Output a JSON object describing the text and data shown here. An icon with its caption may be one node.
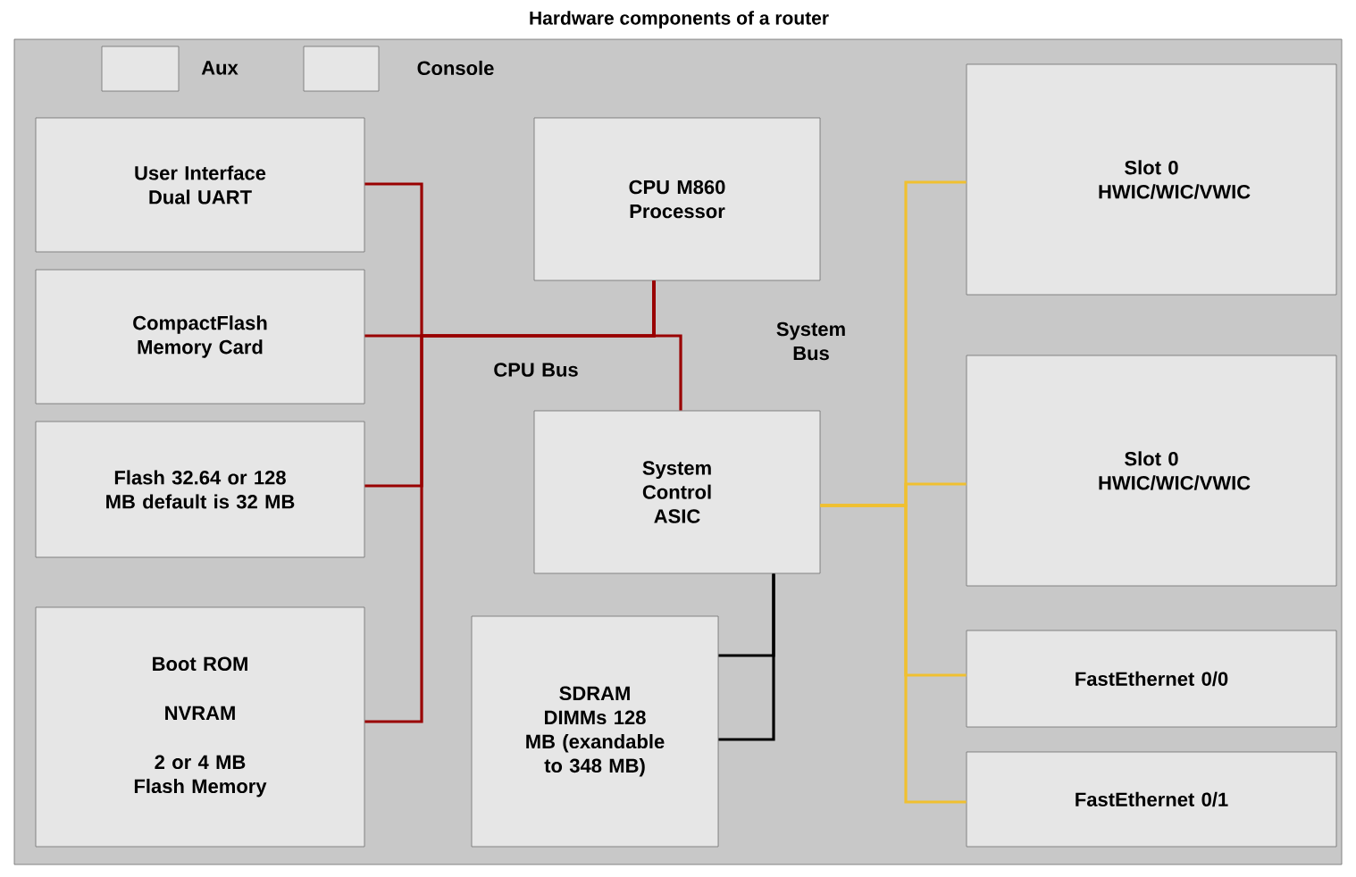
{
  "diagram": {
    "title": "Hardware components of a router",
    "nodes": [
      {
        "text": [],
        "shape": "box",
        "beside": [
          "Aux"
        ]
      },
      {
        "text": [],
        "shape": "box",
        "beside": [
          "Console"
        ]
      },
      {
        "text": [
          "User Interface Dual UART"
        ]
      },
      {
        "text": [
          "CompactFlash Memory Card"
        ]
      },
      {
        "text": [
          "Flash 32.64 or 128 MB default is 32 MB"
        ]
      },
      {
        "text": [
          "Boot ROM",
          "NVRAM",
          "2 or 4 MB Flash Memory"
        ]
      },
      {
        "text": [
          "CPU M860 Processor"
        ]
      },
      {
        "text": [
          "System Control ASIC"
        ]
      },
      {
        "text": [
          "SDRAM DIMMs 128 MB (exandable to 348 MB)"
        ]
      },
      {
        "text": [
          "Slot 0 HWIC/WIC/VWIC"
        ]
      },
      {
        "text": [
          "Slot 0 HWIC/WIC/VWIC"
        ]
      },
      {
        "text": [
          "FastEthernet 0/0"
        ]
      },
      {
        "text": [
          "FastEthernet 0/1"
        ]
      }
    ],
    "edges": [
      {
        "from": 2,
        "to": 6,
        "arrow": "none",
        "color": "#990000"
      },
      {
        "from": 3,
        "to": 6,
        "arrow": "none",
        "color": "#990000"
      },
      {
        "from": 4,
        "to": 6,
        "arrow": "none",
        "color": "#990000"
      },
      {
        "from": 5,
        "to": 6,
        "arrow": "none",
        "color": "#990000"
      },
      {
        "from": 7,
        "to": 6,
        "arrow": "none",
        "color": "#990000"
      },
      {
        "from": 7,
        "to": 9,
        "arrow": "none",
        "color": "#f0c030"
      },
      {
        "from": 7,
        "to": 10,
        "arrow": "none",
        "color": "#f0c030"
      },
      {
        "from": 7,
        "to": 11,
        "arrow": "none",
        "color": "#f0c030"
      },
      {
        "from": 7,
        "to": 12,
        "arrow": "none",
        "color": "#f0c030"
      },
      {
        "from": 8,
        "to": 7,
        "arrow": "none",
        "color": "#000000"
      },
      {
        "from": 8,
        "to": 7,
        "arrow": "none",
        "color": "#000000"
      }
    ],
    "labels": [
      "CPU Bus",
      "System Bus"
    ]
  }
}
